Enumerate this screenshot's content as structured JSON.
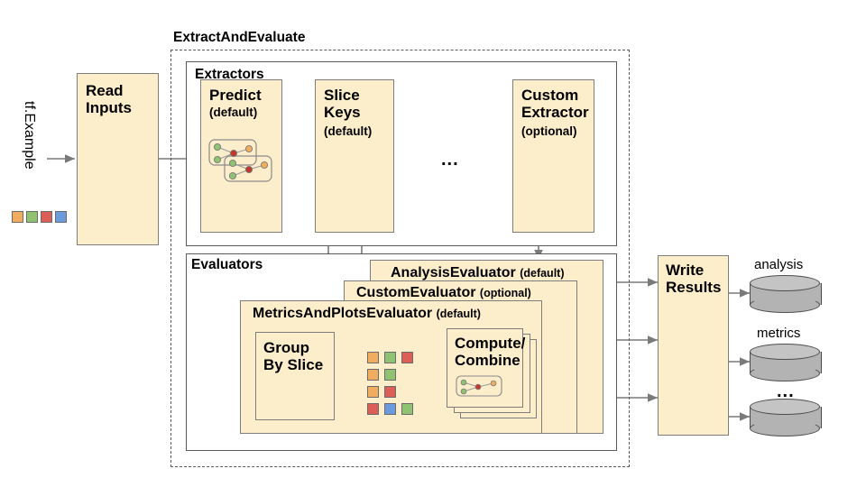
{
  "diagram": {
    "source_label": "tf.Example",
    "read_inputs": {
      "title": "Read\nInputs"
    },
    "outer_group": {
      "label": "ExtractAndEvaluate"
    },
    "extractors": {
      "label": "Extractors",
      "items": [
        {
          "title": "Predict",
          "sub": "(default)",
          "icon": "graph-nodes-icon"
        },
        {
          "title": "Slice\nKeys",
          "sub": "(default)"
        },
        {
          "ellipsis": "..."
        },
        {
          "title": "Custom\nExtractor",
          "sub": "(optional)"
        }
      ]
    },
    "evaluators": {
      "label": "Evaluators",
      "layers": [
        {
          "title": "AnalysisEvaluator",
          "sub": "(default)"
        },
        {
          "title": "CustomEvaluator",
          "sub": "(optional)"
        },
        {
          "title": "MetricsAndPlotsEvaluator",
          "sub": "(default)"
        }
      ],
      "group_by_slice": {
        "title": "Group\nBy Slice"
      },
      "compute_combine": {
        "title": "Compute/\nCombine",
        "icon": "graph-nodes-icon"
      },
      "slice_chip_rows": [
        [
          "orange",
          "green",
          "red"
        ],
        [
          "orange",
          "green"
        ],
        [
          "orange",
          "red"
        ],
        [
          "red",
          "blue",
          "green"
        ]
      ]
    },
    "write_results": {
      "title": "Write\nResults"
    },
    "outputs": [
      {
        "label": "analysis",
        "icon": "database-cylinder-icon"
      },
      {
        "label": "metrics",
        "icon": "database-cylinder-icon"
      },
      {
        "label": "...",
        "icon": "database-cylinder-icon"
      }
    ],
    "source_chips": [
      "orange",
      "green",
      "red",
      "blue"
    ],
    "colors": {
      "box_fill": "#fceecb",
      "box_stroke": "#7d7d7d",
      "arrow": "#7a7a7a",
      "cylinder": "#b3b3b3",
      "orange": "#f0ad5e",
      "green": "#8fc273",
      "red": "#db5f57",
      "blue": "#6b9bdc"
    }
  }
}
